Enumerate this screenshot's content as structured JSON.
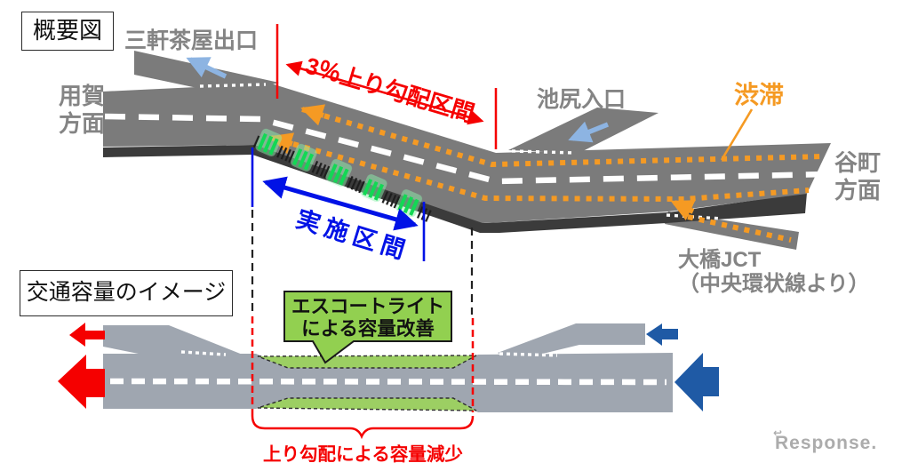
{
  "overview": {
    "title": "概要図",
    "labels": {
      "sangenjaya_exit": "三軒茶屋出口",
      "yoga_direction": "用賀\n方面",
      "gradient_section": "3％上り勾配区間",
      "ikejiri_entrance": "池尻入口",
      "congestion": "渋滞",
      "tanimachi_direction": "谷町\n方面",
      "ohashi_jct": "大橋JCT\n（中央環状線より）",
      "implementation_section": "実施区間"
    }
  },
  "capacity": {
    "title": "交通容量のイメージ",
    "improvement_note": "エスコートライト\nによる容量改善",
    "reduction_note": "上り勾配による容量減少"
  },
  "watermark": "Response.",
  "colors": {
    "road_gray": "#7B7B7B",
    "road_edge_dark": "#3B3B3B",
    "capacity_band_gray": "#9FA6B0",
    "congestion_orange": "#F59A23",
    "highlight_red": "#F50000",
    "section_blue": "#0012E6",
    "inflow_deep_blue": "#1F5AA5",
    "ramp_arrow_blue": "#8DB4E2",
    "escort_green_box": "#92D050",
    "capacity_green": "#9CCF63",
    "escort_light_green": "#12D854",
    "label_gray": "#848484",
    "watermark_gray": "#ACACAC"
  }
}
